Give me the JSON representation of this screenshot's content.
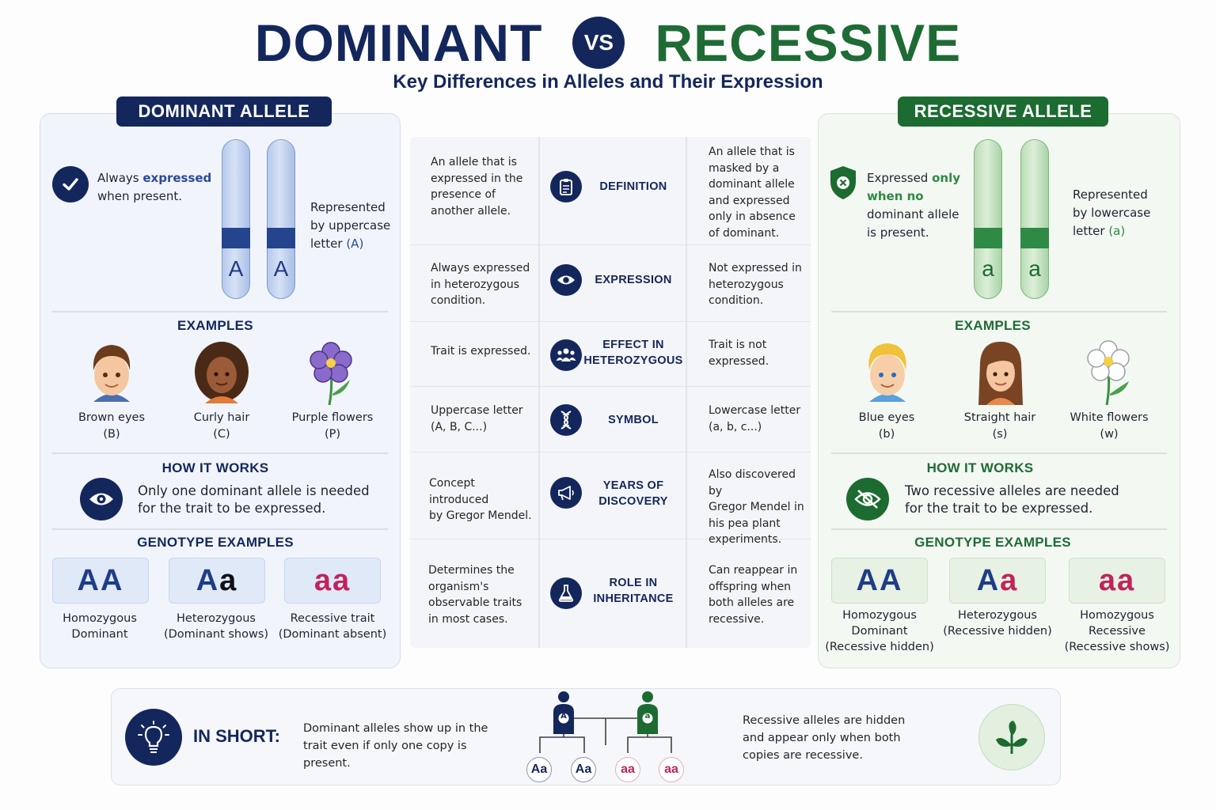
{
  "title": {
    "dominant": "DOMINANT",
    "vs": "VS",
    "recessive": "RECESSIVE"
  },
  "subtitle": "Key Differences in Alleles and Their Expression",
  "left": {
    "tab": "DOMINANT ALLELE",
    "feature_a": "Always ",
    "feature_b": "expressed",
    "feature_c": "when present.",
    "rep_1": "Represented",
    "rep_2": "by uppercase",
    "rep_3": "letter ",
    "rep_letter": "(A)",
    "chromo_letters": [
      "A",
      "A"
    ],
    "examples_heading": "EXAMPLES",
    "examples": [
      {
        "name": "Brown eyes",
        "code": "(B)"
      },
      {
        "name": "Curly hair",
        "code": "(C)"
      },
      {
        "name": "Purple flowers",
        "code": "(P)"
      }
    ],
    "how_heading": "HOW IT WORKS",
    "how_1": "Only one dominant allele is needed",
    "how_2": "for the trait to be expressed.",
    "geno_heading": "GENOTYPE EXAMPLES",
    "genotypes": [
      {
        "a": "A",
        "b": "A",
        "l1": "Homozygous",
        "l2": "Dominant"
      },
      {
        "a": "A",
        "b": "a",
        "l1": "Heterozygous",
        "l2": "(Dominant shows)"
      },
      {
        "a": "a",
        "b": "a",
        "l1": "Recessive trait",
        "l2": "(Dominant absent)"
      }
    ]
  },
  "right": {
    "tab": "RECESSIVE ALLELE",
    "feature_a": "Expressed ",
    "feature_b": "only",
    "feature_c": "when no",
    "feature_d": "dominant allele",
    "feature_e": "is present.",
    "rep_1": "Represented",
    "rep_2": "by lowercase",
    "rep_3": "letter ",
    "rep_letter": "(a)",
    "chromo_letters": [
      "a",
      "a"
    ],
    "examples_heading": "EXAMPLES",
    "examples": [
      {
        "name": "Blue eyes",
        "code": "(b)"
      },
      {
        "name": "Straight hair",
        "code": "(s)"
      },
      {
        "name": "White flowers",
        "code": "(w)"
      }
    ],
    "how_heading": "HOW IT WORKS",
    "how_1": "Two recessive alleles are needed",
    "how_2": "for the trait to be expressed.",
    "geno_heading": "GENOTYPE EXAMPLES",
    "genotypes": [
      {
        "a": "A",
        "b": "A",
        "l1": "Homozygous",
        "l2": "Dominant",
        "l3": "(Recessive hidden)"
      },
      {
        "a": "A",
        "b": "a",
        "l1": "Heterozygous",
        "l2": "(Recessive hidden)",
        "l3": ""
      },
      {
        "a": "a",
        "b": "a",
        "l1": "Homozygous",
        "l2": "Recessive",
        "l3": "(Recessive shows)"
      }
    ]
  },
  "table": [
    {
      "heading": [
        "DEFINITION"
      ],
      "icon": "clipboard-icon",
      "dominant": [
        "An allele that is",
        "expressed in the",
        "presence of",
        "another allele."
      ],
      "recessive": [
        "An allele that is",
        "masked by a",
        "dominant allele",
        "and expressed",
        "only in absence",
        "of dominant."
      ]
    },
    {
      "heading": [
        "EXPRESSION"
      ],
      "icon": "eye-icon",
      "dominant": [
        "Always expressed",
        "in heterozygous",
        "condition."
      ],
      "recessive": [
        "Not expressed in",
        "heterozygous",
        "condition."
      ]
    },
    {
      "heading": [
        "EFFECT IN",
        "HETEROZYGOUS"
      ],
      "icon": "people-icon",
      "dominant": [
        "Trait is expressed."
      ],
      "recessive": [
        "Trait is not",
        "expressed."
      ]
    },
    {
      "heading": [
        "SYMBOL"
      ],
      "icon": "dna-icon",
      "dominant": [
        "Uppercase letter",
        "(A, B, C...)"
      ],
      "recessive": [
        "Lowercase letter",
        "(a, b, c...)"
      ]
    },
    {
      "heading": [
        "YEARS OF",
        "DISCOVERY"
      ],
      "icon": "megaphone-icon",
      "dominant": [
        "Concept introduced",
        "by Gregor Mendel."
      ],
      "recessive": [
        "Also discovered by",
        "Gregor Mendel in",
        "his pea plant",
        "experiments."
      ]
    },
    {
      "heading": [
        "ROLE IN",
        "INHERITANCE"
      ],
      "icon": "flask-icon",
      "dominant": [
        "Determines the",
        "organism's",
        "observable traits",
        "in most cases."
      ],
      "recessive": [
        "Can reappear in",
        "offspring when",
        "both alleles are",
        "recessive."
      ]
    }
  ],
  "bottom": {
    "label": "IN SHORT:",
    "dominant_1": "Dominant alleles show up in the",
    "dominant_2": "trait even if only one copy is present.",
    "parents": [
      "A",
      "a"
    ],
    "offspring": [
      [
        "A",
        "a"
      ],
      [
        "A",
        "a"
      ],
      [
        "a",
        "a"
      ],
      [
        "a",
        "a"
      ]
    ],
    "recessive_1": "Recessive alleles are hidden",
    "recessive_2": "and appear only when both",
    "recessive_3": "copies are recessive."
  },
  "colors": {
    "navy": "#14275c",
    "green": "#1c6b31",
    "pink": "#c0245a"
  }
}
